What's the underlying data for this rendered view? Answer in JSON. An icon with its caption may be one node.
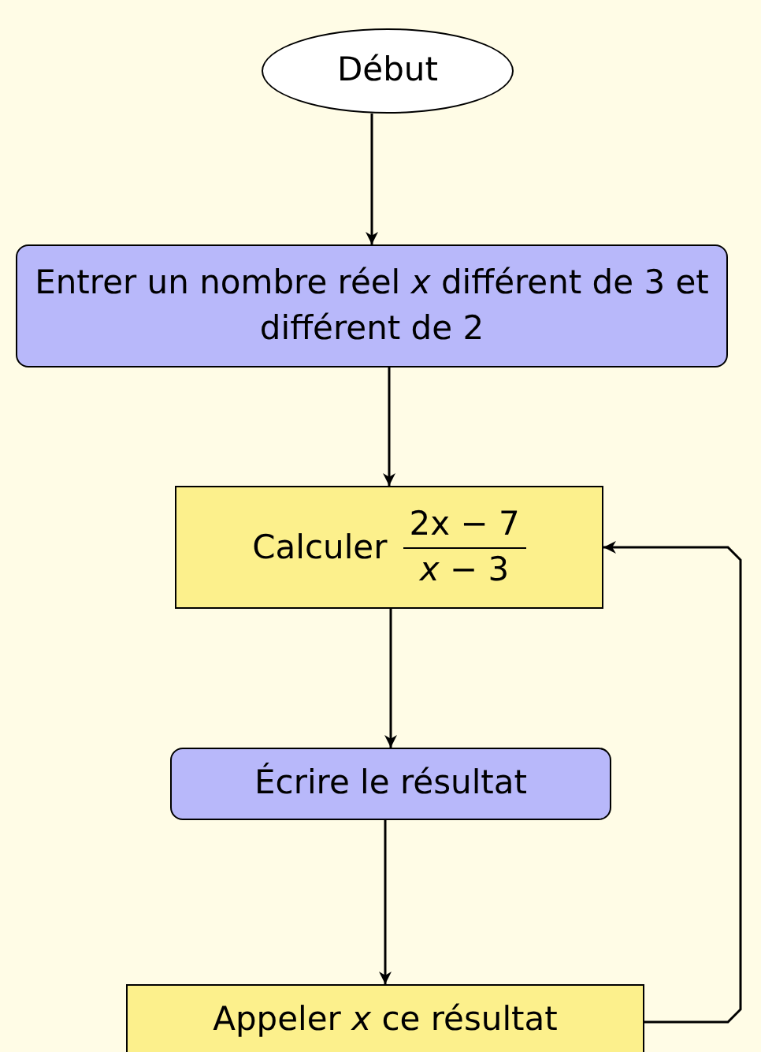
{
  "diagram": {
    "nodes": [
      {
        "text": [
          "Début"
        ]
      },
      {
        "text": [
          "Entrer un nombre réel *x* différent de 3 et différent de 2"
        ]
      },
      {
        "text": [
          "Calculer",
          "2x − 7",
          "*x* − 3"
        ]
      },
      {
        "text": [
          "Écrire le résultat"
        ]
      },
      {
        "text": [
          "Appeler *x* ce résultat"
        ]
      }
    ],
    "edges": [
      {
        "from": 0,
        "to": 1,
        "arrow": "to"
      },
      {
        "from": 1,
        "to": 2,
        "arrow": "to"
      },
      {
        "from": 2,
        "to": 3,
        "arrow": "to"
      },
      {
        "from": 3,
        "to": 4,
        "arrow": "to"
      },
      {
        "from": 4,
        "to": 2,
        "arrow": "to"
      }
    ]
  }
}
